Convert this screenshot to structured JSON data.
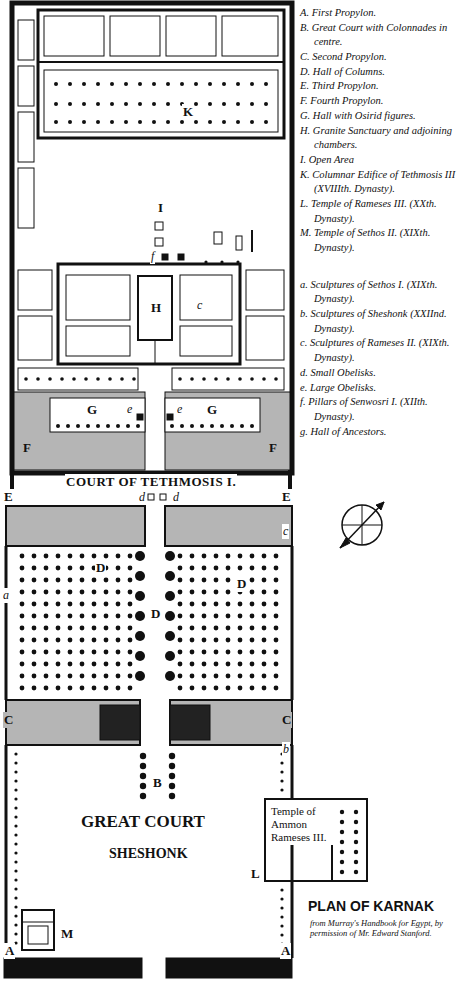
{
  "diagram": {
    "title": "PLAN OF KARNAK",
    "caption": "from Murray's Handbook for Egypt, by permission of Mr. Edward Stanford.",
    "nodes": [
      {
        "text": [
          "Temple of Ammon Rameses III."
        ]
      }
    ],
    "labels": [
      "COURT OF TETHMOSIS I.",
      "GREAT COURT",
      "SHESHONK",
      "A",
      "A",
      "B",
      "C",
      "C",
      "D",
      "D",
      "D",
      "E",
      "E",
      "F",
      "F",
      "G",
      "G",
      "H",
      "I",
      "K",
      "L",
      "M",
      "a",
      "b",
      "c",
      "c",
      "d",
      "d",
      "e",
      "e",
      "f"
    ],
    "legend": [
      {
        "text": "A. First Propylon."
      },
      {
        "text": "B. Great Court with Colonnades in centre."
      },
      {
        "text": "C. Second Propylon."
      },
      {
        "text": "D. Hall of Columns."
      },
      {
        "text": "E. Third Propylon."
      },
      {
        "text": "F. Fourth Propylon."
      },
      {
        "text": "G. Hall with Osirid figures."
      },
      {
        "text": "H. Granite Sanctuary and adjoining chambers."
      },
      {
        "text": "I. Open Area"
      },
      {
        "text": "K. Columnar Edifice of Tethmosis III (XVIIIth. Dynasty)."
      },
      {
        "text": "L. Temple of Rameses III. (XXth. Dynasty)."
      },
      {
        "text": "M. Temple of Sethos II. (XIXth. Dynasty)."
      },
      {
        "text": "a. Sculptures of Sethos I. (XIXth. Dynasty)."
      },
      {
        "text": "b. Sculptures of Sheshonk (XXIInd. Dynasty)."
      },
      {
        "text": "c. Sculptures of Rameses II. (XIXth. Dynasty)."
      },
      {
        "text": "d. Small Obelisks."
      },
      {
        "text": "e. Large Obelisks."
      },
      {
        "text": "f. Pillars of Senwosri I. (XIIth. Dynasty)."
      },
      {
        "text": "g. Hall of Ancestors."
      }
    ]
  }
}
